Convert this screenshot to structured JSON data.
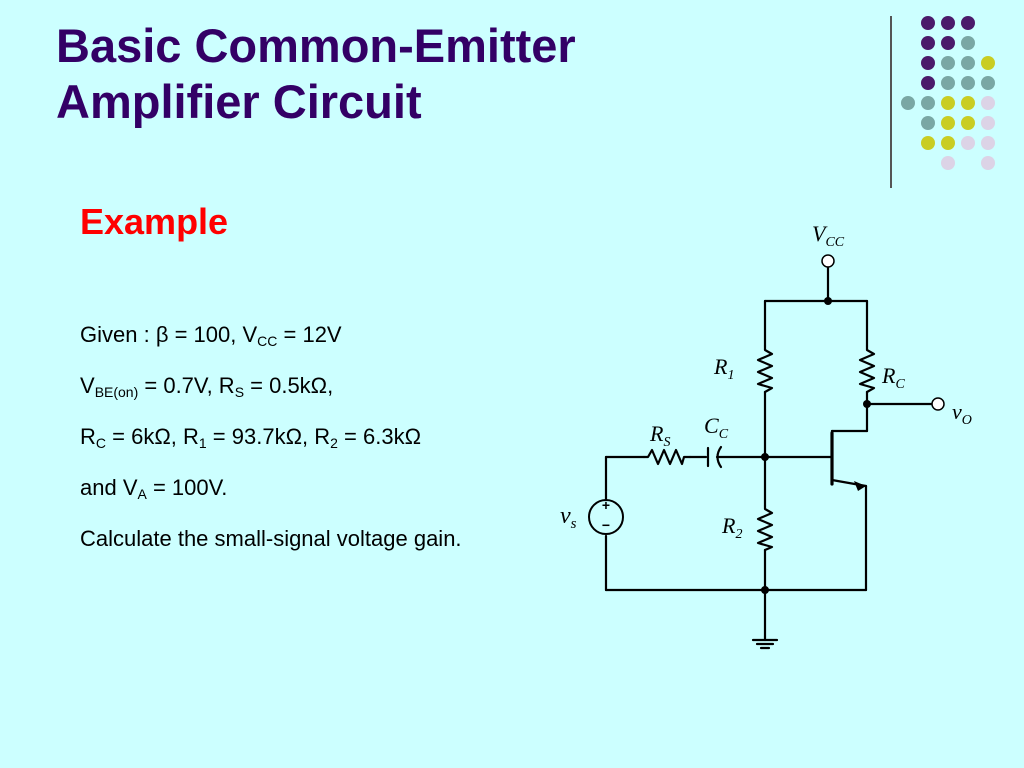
{
  "slide": {
    "title_line1": "Basic Common-Emitter",
    "title_line2": "Amplifier Circuit",
    "subtitle": "Example"
  },
  "given": {
    "line1": {
      "prefix": "Given : ",
      "beta_symbol": "β",
      "beta_value": " = 100, V",
      "vcc_sub": "CC",
      "vcc_value": " = 12V"
    },
    "line2": {
      "v": "V",
      "vbe_sub": "BE(on)",
      "vbe_value": " = 0.7V, R",
      "rs_sub": "S",
      "rs_value": " = 0.5kΩ,"
    },
    "line3": {
      "r": "R",
      "rc_sub": "C",
      "rc_value": " = 6kΩ, R",
      "r1_sub": "1",
      "r1_value": " = 93.7kΩ, R",
      "r2_sub": "2",
      "r2_value": " = 6.3kΩ"
    },
    "line4": {
      "prefix": "and V",
      "va_sub": "A",
      "va_value": " = 100V."
    },
    "line5": "Calculate the small-signal voltage gain."
  },
  "circuit": {
    "vcc": {
      "main": "V",
      "sub": "CC"
    },
    "r1": {
      "main": "R",
      "sub": "1"
    },
    "rc": {
      "main": "R",
      "sub": "C"
    },
    "vo": {
      "main": "v",
      "sub": "O"
    },
    "rs": {
      "main": "R",
      "sub": "S"
    },
    "cc": {
      "main": "C",
      "sub": "C"
    },
    "r2": {
      "main": "R",
      "sub": "2"
    },
    "vs": {
      "main": "v",
      "sub": "s"
    },
    "source_plus": "+",
    "source_minus": "−"
  },
  "decoration": {
    "dot_colors": {
      "purple": "#4b1a6b",
      "teal": "#7aa7a4",
      "lime": "#c9cd22",
      "lavender": "#dcd3e6"
    },
    "grid": [
      [
        "",
        "",
        "purple",
        "purple",
        "purple"
      ],
      [
        "",
        "",
        "purple",
        "purple",
        "teal"
      ],
      [
        "",
        "",
        "purple",
        "teal",
        "teal",
        "lime"
      ],
      [
        "",
        "",
        "purple",
        "teal",
        "teal",
        "teal"
      ],
      [
        "",
        "teal",
        "teal",
        "lime",
        "lime",
        "lavender"
      ],
      [
        "",
        "",
        "teal",
        "lime",
        "lime",
        "lavender"
      ],
      [
        "",
        "",
        "lime",
        "lime",
        "lavender",
        "lavender"
      ],
      [
        "",
        "",
        "",
        "lavender",
        "",
        "lavender"
      ]
    ]
  }
}
